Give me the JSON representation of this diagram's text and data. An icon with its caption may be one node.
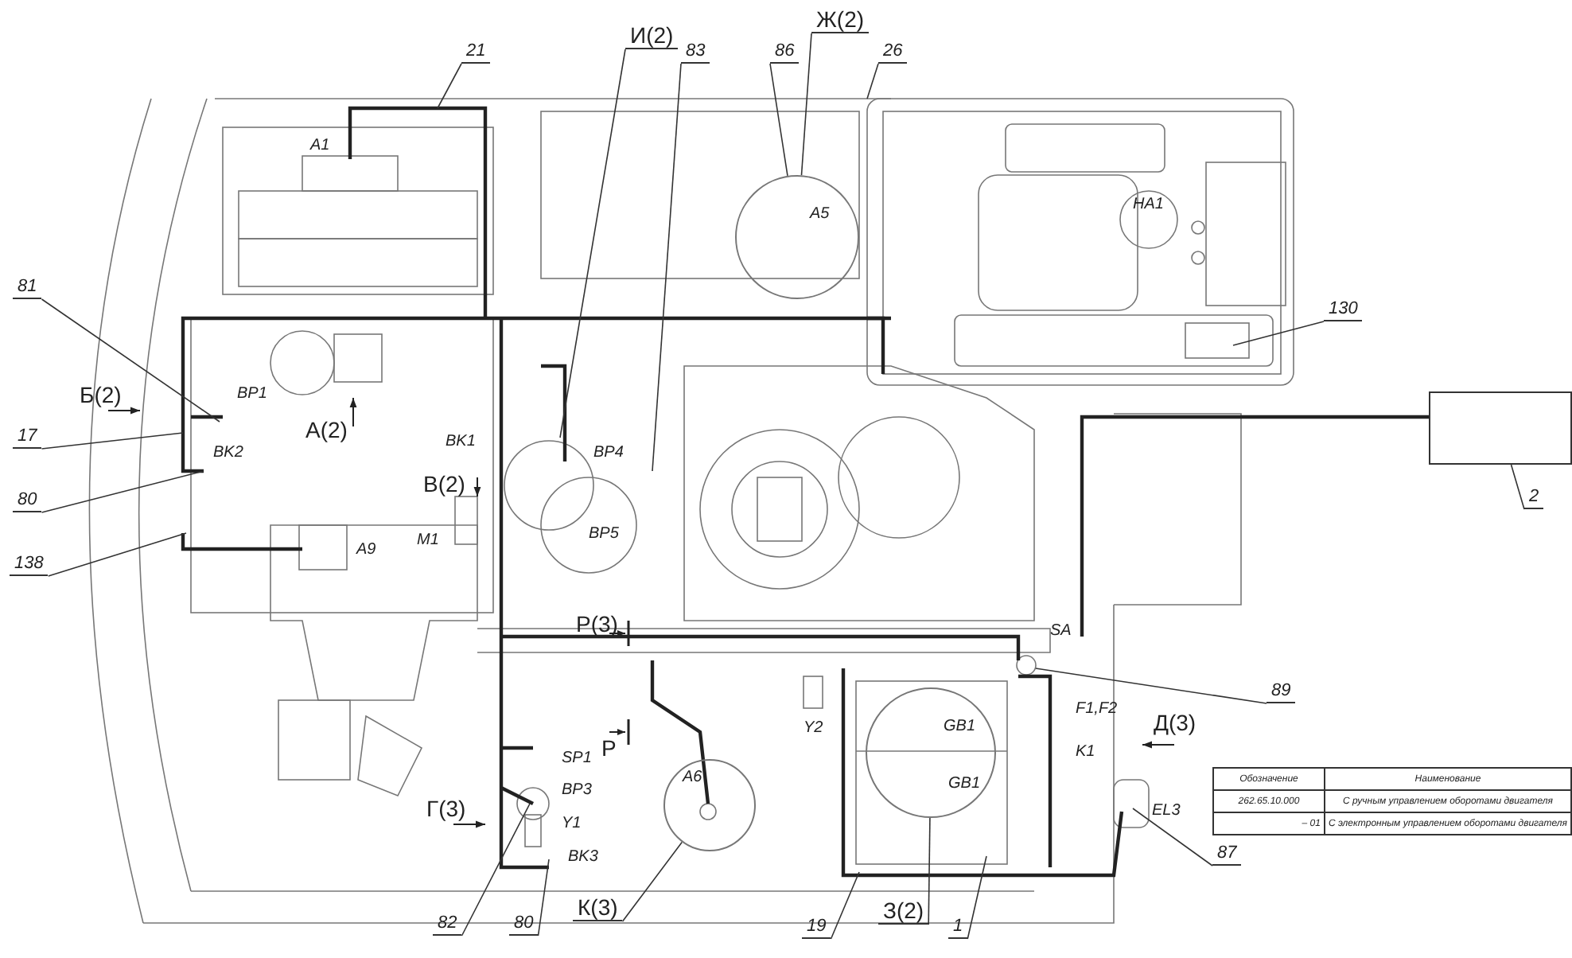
{
  "diagram": {
    "nodes": [
      {
        "text": [
          "21"
        ]
      },
      {
        "text": [
          "И(2)"
        ]
      },
      {
        "text": [
          "83"
        ]
      },
      {
        "text": [
          "86"
        ]
      },
      {
        "text": [
          "Ж(2)"
        ]
      },
      {
        "text": [
          "26"
        ]
      },
      {
        "text": [
          "81"
        ]
      },
      {
        "text": [
          "130"
        ]
      },
      {
        "text": [],
        "shape": "box"
      },
      {
        "text": [
          "17"
        ]
      },
      {
        "text": [
          "2"
        ]
      },
      {
        "text": [
          "80"
        ]
      },
      {
        "text": [
          "138"
        ]
      },
      {
        "text": [
          "89"
        ]
      },
      {
        "text": [
          "87"
        ]
      },
      {
        "text": [
          "82"
        ]
      },
      {
        "text": [
          "80"
        ]
      },
      {
        "text": [
          "К(3)"
        ]
      },
      {
        "text": [
          "19"
        ]
      },
      {
        "text": [
          "З(2)"
        ]
      },
      {
        "text": [
          "1"
        ]
      },
      {
        "text": [
          "A5"
        ]
      },
      {
        "text": [
          "A6"
        ]
      },
      {
        "text": [
          "GB1",
          "GB1"
        ]
      }
    ],
    "edges": [
      {
        "from": 0,
        "to": null,
        "arrow": "none"
      },
      {
        "from": 1,
        "to": null,
        "arrow": "none"
      },
      {
        "from": 2,
        "to": null,
        "arrow": "none"
      },
      {
        "from": 3,
        "to": 21,
        "arrow": "none"
      },
      {
        "from": 4,
        "to": 21,
        "arrow": "none"
      },
      {
        "from": 5,
        "to": null,
        "arrow": "none"
      },
      {
        "from": 6,
        "to": null,
        "arrow": "none"
      },
      {
        "from": 7,
        "to": null,
        "arrow": "none"
      },
      {
        "from": 9,
        "to": null,
        "arrow": "none"
      },
      {
        "from": 10,
        "to": 8,
        "arrow": "none"
      },
      {
        "from": 11,
        "to": null,
        "arrow": "none"
      },
      {
        "from": 12,
        "to": null,
        "arrow": "none"
      },
      {
        "from": 13,
        "to": null,
        "arrow": "none"
      },
      {
        "from": 14,
        "to": null,
        "arrow": "none"
      },
      {
        "from": 15,
        "to": null,
        "arrow": "none"
      },
      {
        "from": 16,
        "to": null,
        "arrow": "none"
      },
      {
        "from": 17,
        "to": 22,
        "arrow": "none"
      },
      {
        "from": 18,
        "to": null,
        "arrow": "none"
      },
      {
        "from": 19,
        "to": 23,
        "arrow": "none"
      },
      {
        "from": 20,
        "to": null,
        "arrow": "none"
      }
    ],
    "labels": [
      "A1",
      "Б(2)",
      "BP1",
      "А(2)",
      "BK1",
      "BK2",
      "BP4",
      "В(2)",
      "A9",
      "M1",
      "BP5",
      "HA1",
      "Р(3)",
      "Р",
      "SP1",
      "BP3",
      "Y1",
      "Г(3)",
      "BK3",
      "Y2",
      "SA",
      "F1,F2",
      "K1",
      "Д(3)",
      "EL3",
      "Обозначение",
      "Наименование",
      "262.65.10.000",
      "С ручным управлением оборотами двигателя",
      "– 01",
      "С электронным управлением оборотами двигателя"
    ]
  }
}
